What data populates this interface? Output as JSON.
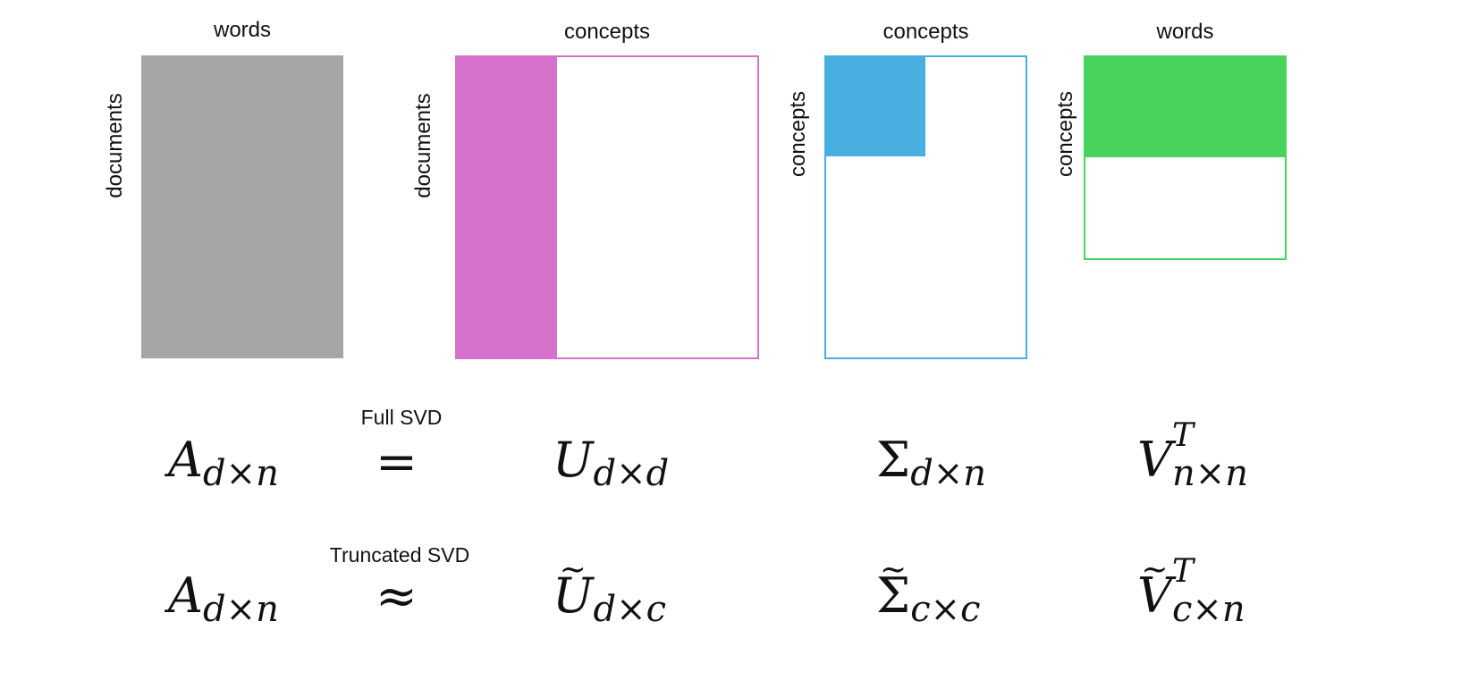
{
  "labels": {
    "a_top": "words",
    "a_side": "documents",
    "u_top": "concepts",
    "u_side": "documents",
    "s_top": "concepts",
    "s_side": "concepts",
    "v_top": "words",
    "v_side": "concepts"
  },
  "captions": {
    "full": "Full SVD",
    "truncated": "Truncated SVD"
  },
  "colors": {
    "a_fill": "#a6a6a6",
    "u": "#d672cb",
    "s": "#47b0e0",
    "v": "#48d45c"
  },
  "full_row": {
    "a_base": "A",
    "a_sub": "d×n",
    "op": "=",
    "u_base": "U",
    "u_sub": "d×d",
    "s_base": "Σ",
    "s_sub": "d×n",
    "v_base": "V",
    "v_sup": "T",
    "v_sub": "n×n"
  },
  "truncated_row": {
    "a_base": "A",
    "a_sub": "d×n",
    "op": "≈",
    "tilde": "~",
    "u_base": "U",
    "u_sub": "d×c",
    "s_base": "Σ",
    "s_sub": "c×c",
    "v_base": "V",
    "v_sup": "T",
    "v_sub": "c×n"
  }
}
